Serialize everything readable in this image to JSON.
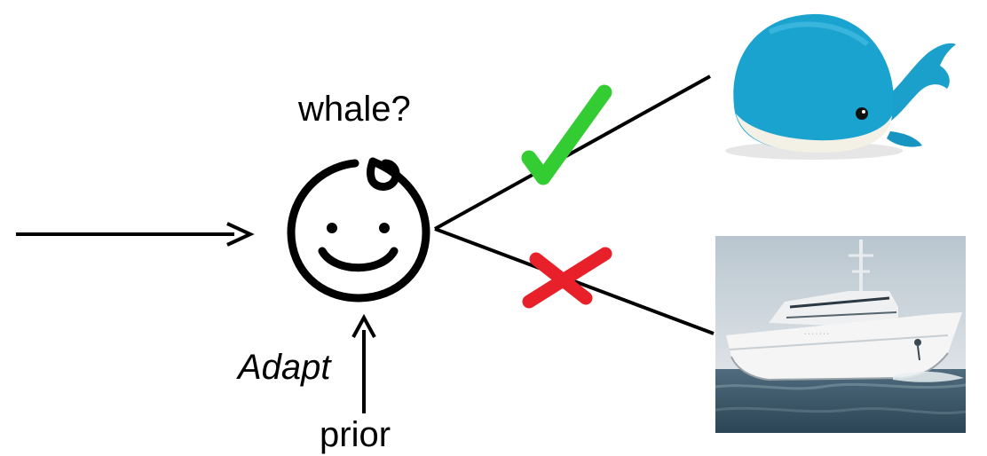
{
  "labels": {
    "question": "whale?",
    "adapt": "Adapt",
    "prior": "prior"
  },
  "images": {
    "correct": "plush-whale-toy",
    "incorrect": "ship-at-sea"
  },
  "marks": {
    "correct": "check-icon",
    "incorrect": "cross-icon"
  },
  "colors": {
    "check": "#33cc33",
    "cross": "#e8202a",
    "line": "#000000",
    "whale_body": "#1aa3cf",
    "whale_belly": "#f3f0e6",
    "ship_hull": "#f2f2f2",
    "sea": "#3d5a6e",
    "sky": "#c9d3da"
  }
}
